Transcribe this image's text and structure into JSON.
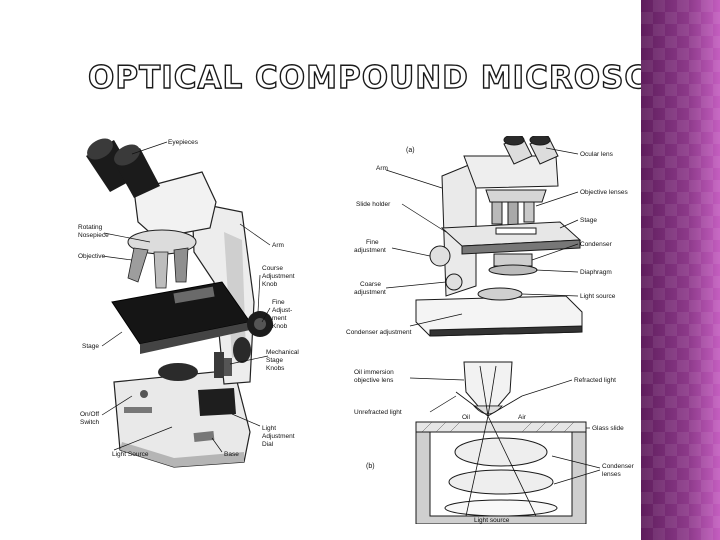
{
  "title": "OPTICAL COMPOUND MICROSCOPE",
  "accent_color": "#7a2a78",
  "left_photo_labels": {
    "eyepieces": "Eyepieces",
    "rotating_nosepiece_1": "Rotating",
    "rotating_nosepiece_2": "Nosepiece",
    "objective": "Objective",
    "arm": "Arm",
    "coarse_1": "Course",
    "coarse_2": "Adjustment",
    "coarse_3": "Knob",
    "fine_1": "Fine",
    "fine_2": "Adjust-",
    "fine_3": "ment",
    "fine_4": "Knob",
    "stage": "Stage",
    "mechanical_1": "Mechanical",
    "mechanical_2": "Stage",
    "mechanical_3": "Knobs",
    "onoff_1": "On/Off",
    "onoff_2": "Switch",
    "light_adj_1": "Light",
    "light_adj_2": "Adjustment",
    "light_adj_3": "Dial",
    "light_source": "Light Source",
    "base": "Base"
  },
  "diagram_a_labels": {
    "panel": "(a)",
    "arm": "Arm",
    "slide_holder": "Slide holder",
    "fine_1": "Fine",
    "fine_2": "adjustment",
    "coarse_1": "Coarse",
    "coarse_2": "adjustment",
    "condenser_adjustment": "Condenser adjustment",
    "ocular_lens": "Ocular lens",
    "objective_lenses": "Objective lenses",
    "stage": "Stage",
    "condenser": "Condenser",
    "diaphragm": "Diaphragm",
    "light_source": "Light source"
  },
  "diagram_b_labels": {
    "panel": "(b)",
    "oil_immersion_1": "Oil immersion",
    "oil_immersion_2": "objective lens",
    "unrefracted_light": "Unrefracted light",
    "oil": "Oil",
    "air": "Air",
    "refracted_light": "Refracted light",
    "glass_slide": "Glass slide",
    "condenser_1": "Condenser",
    "condenser_2": "lenses",
    "light_source": "Light source"
  }
}
